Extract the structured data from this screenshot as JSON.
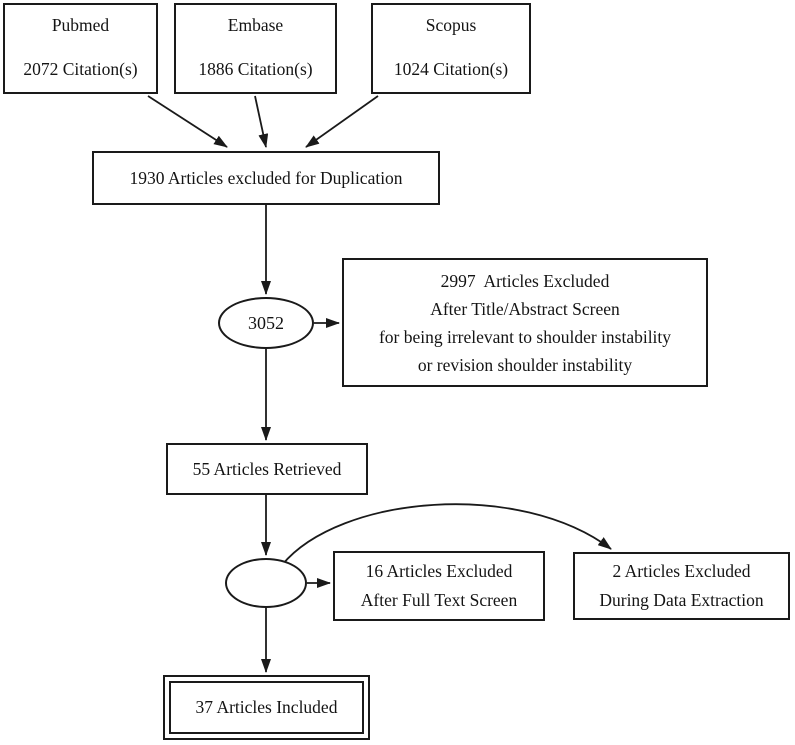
{
  "diagram": {
    "background": "#ffffff",
    "stroke_color": "#1a1a1a",
    "nodes": {
      "pubmed": {
        "title": "Pubmed",
        "count": "2072 Citation(s)"
      },
      "embase": {
        "title": "Embase",
        "count": "1886 Citation(s)"
      },
      "scopus": {
        "title": "Scopus",
        "count": "1024 Citation(s)"
      },
      "duplication": {
        "label": "1930 Articles excluded for Duplication"
      },
      "title_abstract_total": {
        "label": "3052"
      },
      "title_abstract_excluded": {
        "line1": "2997  Articles Excluded",
        "line2": "After Title/Abstract Screen",
        "line3": "for being irrelevant to shoulder instability",
        "line4": "or revision shoulder instability"
      },
      "retrieved": {
        "label": "55 Articles Retrieved"
      },
      "full_text_excluded": {
        "line1": "16 Articles Excluded",
        "line2": "After Full Text Screen"
      },
      "data_extraction_excluded": {
        "line1": "2 Articles Excluded",
        "line2": "During Data Extraction"
      },
      "included": {
        "label": "37 Articles Included"
      }
    }
  }
}
